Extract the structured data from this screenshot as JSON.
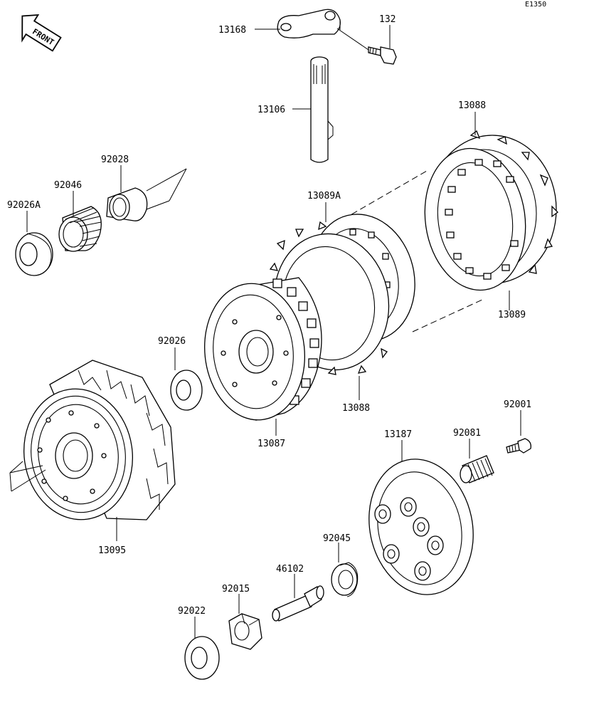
{
  "diagram_code": "E1350",
  "front_badge": "FRONT",
  "parts": {
    "p13168": "13168",
    "p132": "132",
    "p13106": "13106",
    "p13088_top": "13088",
    "p92028": "92028",
    "p92046": "92046",
    "p92026A": "92026A",
    "p13089A": "13089A",
    "p13089": "13089",
    "p92026": "92026",
    "p13088_bottom": "13088",
    "p13087": "13087",
    "p92001": "92001",
    "p13187": "13187",
    "p92081": "92081",
    "p13095": "13095",
    "p92045": "92045",
    "p46102": "46102",
    "p92015": "92015",
    "p92022": "92022"
  }
}
